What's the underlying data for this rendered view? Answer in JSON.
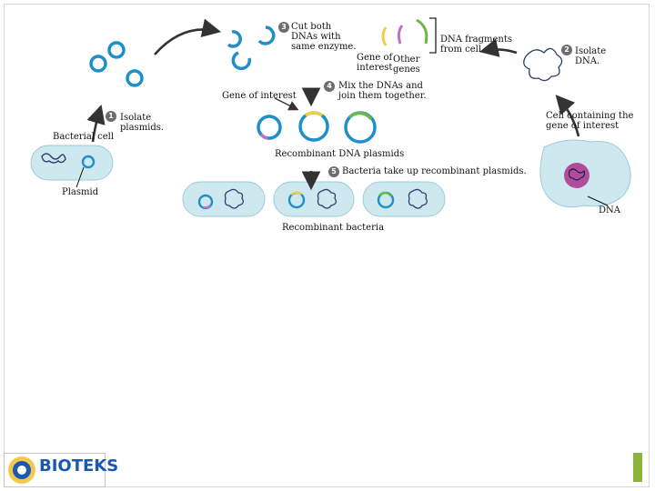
{
  "steps": [
    {
      "num": "1",
      "text": "Isolate plasmids."
    },
    {
      "num": "2",
      "text": "Isolate DNA."
    },
    {
      "num": "3",
      "text": "Cut both DNAs with same enzyme."
    },
    {
      "num": "4",
      "text": "Mix the DNAs and join them together."
    },
    {
      "num": "5",
      "text": "Bacteria take up recombinant plasmids."
    }
  ],
  "labels": {
    "bacterial_cell": "Bacterial cell",
    "plasmid": "Plasmid",
    "cell_with_gene": "Cell containing the gene of interest",
    "dna": "DNA",
    "dna_fragments": "DNA fragments from cell",
    "gene_of_interest_top": "Gene of interest",
    "other_genes": "Other genes",
    "gene_of_interest_mid": "Gene of interest",
    "recombinant_plasmids": "Recombinant DNA plasmids",
    "recombinant_bacteria": "Recombinant bacteria"
  },
  "logo": {
    "name": "BIOTEKS"
  },
  "colors": {
    "plasmid_blue": "#1e8fc7",
    "gene_yellow": "#f0cf4a",
    "gene_purple": "#c070c8",
    "gene_green": "#6ab84a",
    "cell_fill": "#cde9ef",
    "arrow": "#333333",
    "logo_blue": "#1b59b0",
    "accent_green": "#8ab43b"
  }
}
